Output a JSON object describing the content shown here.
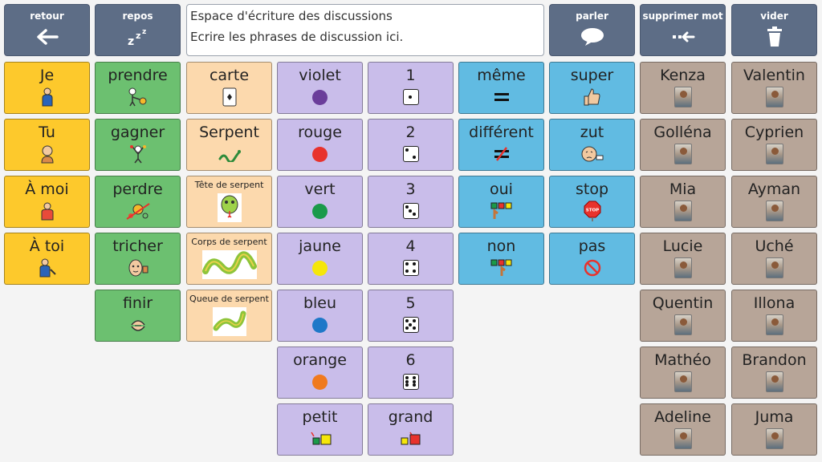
{
  "toolbar": {
    "back_label": "retour",
    "rest_label": "repos",
    "speak_label": "parler",
    "delete_word_label": "supprimer mot",
    "clear_label": "vider"
  },
  "message": {
    "title": "Espace d'écriture des discussions",
    "hint": "Ecrire les phrases de discussion ici."
  },
  "pronouns": [
    "Je",
    "Tu",
    "À moi",
    "À toi"
  ],
  "verbs": [
    "prendre",
    "gagner",
    "perdre",
    "tricher",
    "finir"
  ],
  "game_items": [
    "carte",
    "Serpent",
    "Tête de serpent",
    "Corps de serpent",
    "Queue de serpent"
  ],
  "colors": [
    {
      "label": "violet",
      "color": "#6a3d9a"
    },
    {
      "label": "rouge",
      "color": "#e8322c"
    },
    {
      "label": "vert",
      "color": "#1a9a4a"
    },
    {
      "label": "jaune",
      "color": "#f5e60a"
    },
    {
      "label": "bleu",
      "color": "#1e78c8"
    },
    {
      "label": "orange",
      "color": "#f07a1e"
    }
  ],
  "size_small": "petit",
  "numbers": [
    "1",
    "2",
    "3",
    "4",
    "5",
    "6"
  ],
  "size_big": "grand",
  "comparisons": [
    "même",
    "différent",
    "oui",
    "non"
  ],
  "reactions": [
    "super",
    "zut",
    "stop",
    "pas"
  ],
  "people_col1": [
    "Kenza",
    "Golléna",
    "Mia",
    "Lucie",
    "Quentin",
    "Mathéo",
    "Adeline"
  ],
  "people_col2": [
    "Valentin",
    "Cyprien",
    "Ayman",
    "Uché",
    "Illona",
    "Brandon",
    "Juma"
  ]
}
